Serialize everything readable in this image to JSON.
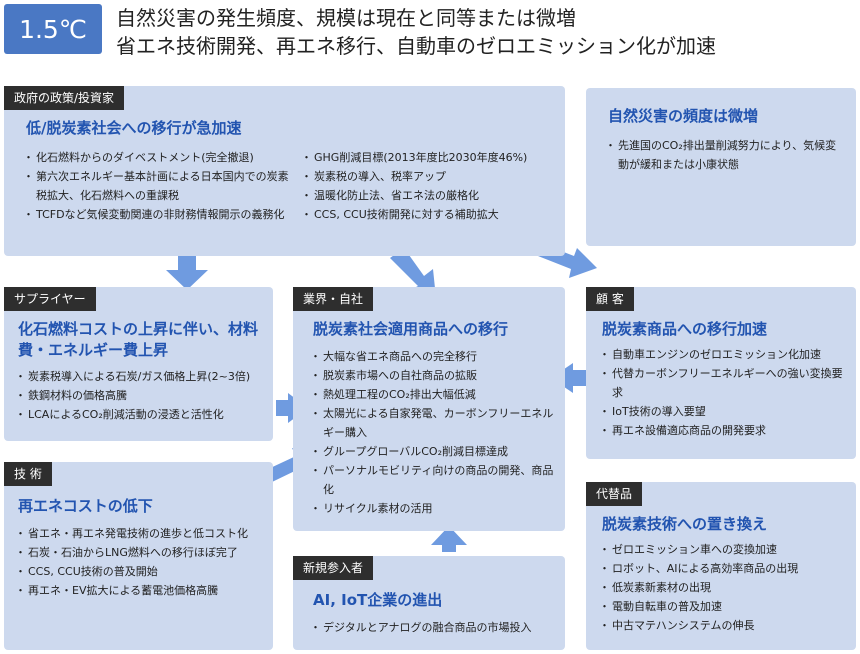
{
  "header": {
    "temperature": "1.5℃",
    "line1": "自然災害の発生頻度、規模は現在と同等または微増",
    "line2": "省エネ技術開発、再エネ移行、自動車のゼロエミッション化が加速"
  },
  "government": {
    "tag": "政府の政策/投資家",
    "title": "低/脱炭素社会への移行が急加速",
    "items_left": [
      "化石燃料からのダイベストメント(完全撤退)",
      "第六次エネルギー基本計画による日本国内での炭素税拡大、化石燃料への重課税",
      "TCFDなど気候変動関連の非財務情報開示の義務化"
    ],
    "items_right": [
      "GHG削減目標(2013年度比2030年度46%)",
      "炭素税の導入、税率アップ",
      "温暖化防止法、省エネ法の厳格化",
      "CCS, CCU技術開発に対する補助拡大"
    ]
  },
  "disaster": {
    "title": "自然災害の頻度は微増",
    "items": [
      "先進国のCO₂排出量削減努力により、気候変動が緩和または小康状態"
    ]
  },
  "supplier": {
    "tag": "サプライヤー",
    "title": "化石燃料コストの上昇に伴い、材料費・エネルギー費上昇",
    "items": [
      "炭素税導入による石炭/ガス価格上昇(2~3倍)",
      "鉄鋼材料の価格高騰",
      "LCAによるCO₂削減活動の浸透と活性化"
    ]
  },
  "industry": {
    "tag": "業界・自社",
    "title": "脱炭素社会適用商品への移行",
    "items": [
      "大幅な省エネ商品への完全移行",
      "脱炭素市場への自社商品の拡販",
      "熱処理工程のCO₂排出大幅低減",
      "太陽光による自家発電、カーボンフリーエネルギー購入",
      "グループグローバルCO₂削減目標達成",
      "パーソナルモビリティ向けの商品の開発、商品化",
      "リサイクル素材の活用"
    ]
  },
  "customer": {
    "tag": "顧 客",
    "title": "脱炭素商品への移行加速",
    "items": [
      "自動車エンジンのゼロエミッション化加速",
      "代替カーボンフリーエネルギーへの強い変換要求",
      "IoT技術の導入要望",
      "再エネ設備適応商品の開発要求"
    ]
  },
  "technology": {
    "tag": "技 術",
    "title": "再エネコストの低下",
    "items": [
      "省エネ・再エネ発電技術の進歩と低コスト化",
      "石炭・石油からLNG燃料への移行ほぼ完了",
      "CCS, CCU技術の普及開始",
      "再エネ・EV拡大による蓄電池価格高騰"
    ]
  },
  "substitute": {
    "tag": "代替品",
    "title": "脱炭素技術への置き換え",
    "items": [
      "ゼロエミッション車への変換加速",
      "ロボット、AIによる高効率商品の出現",
      "低炭素新素材の出現",
      "電動自転車の普及加速",
      "中古マテハンシステムの伸長"
    ]
  },
  "newcomer": {
    "tag": "新規参入者",
    "title": "AI, IoT企業の進出",
    "items": [
      "デジタルとアナログの融合商品の市場投入"
    ]
  },
  "colors": {
    "box": "#cdd9ee",
    "arrow": "#6f9be0",
    "accent": "#2254b0",
    "badge": "#4a78c4",
    "tag": "#2e2e2e"
  }
}
